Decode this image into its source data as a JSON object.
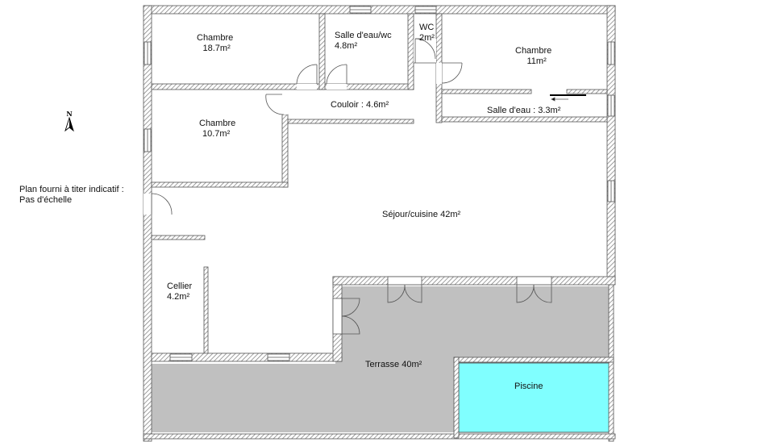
{
  "note": {
    "line1": "Plan fourni à titer indicatif :",
    "line2": "Pas d'échelle"
  },
  "compass": {
    "label": "N",
    "icon": "north-arrow-icon"
  },
  "rooms": [
    {
      "id": "chambre-1",
      "name": "Chambre",
      "area": "18.7m²"
    },
    {
      "id": "salle-eau-wc",
      "name": "Salle d'eau/wc",
      "area": "4.8m²"
    },
    {
      "id": "wc",
      "name": "WC",
      "area": "2m²"
    },
    {
      "id": "chambre-2",
      "name": "Chambre",
      "area": "11m²"
    },
    {
      "id": "couloir",
      "label": "Couloir : 4.6m²"
    },
    {
      "id": "salle-eau",
      "label": "Salle d'eau : 3.3m²"
    },
    {
      "id": "chambre-3",
      "name": "Chambre",
      "area": "10.7m²"
    },
    {
      "id": "sejour",
      "label": "Séjour/cuisine 42m²"
    },
    {
      "id": "cellier",
      "name": "Cellier",
      "area": "4.2m²"
    },
    {
      "id": "terrasse",
      "label": "Terrasse 40m²"
    },
    {
      "id": "piscine",
      "label": "Piscine"
    }
  ],
  "colors": {
    "wall": "#555555",
    "terrace": "#c0c0c0",
    "pool": "#80ffff",
    "background": "#ffffff"
  }
}
